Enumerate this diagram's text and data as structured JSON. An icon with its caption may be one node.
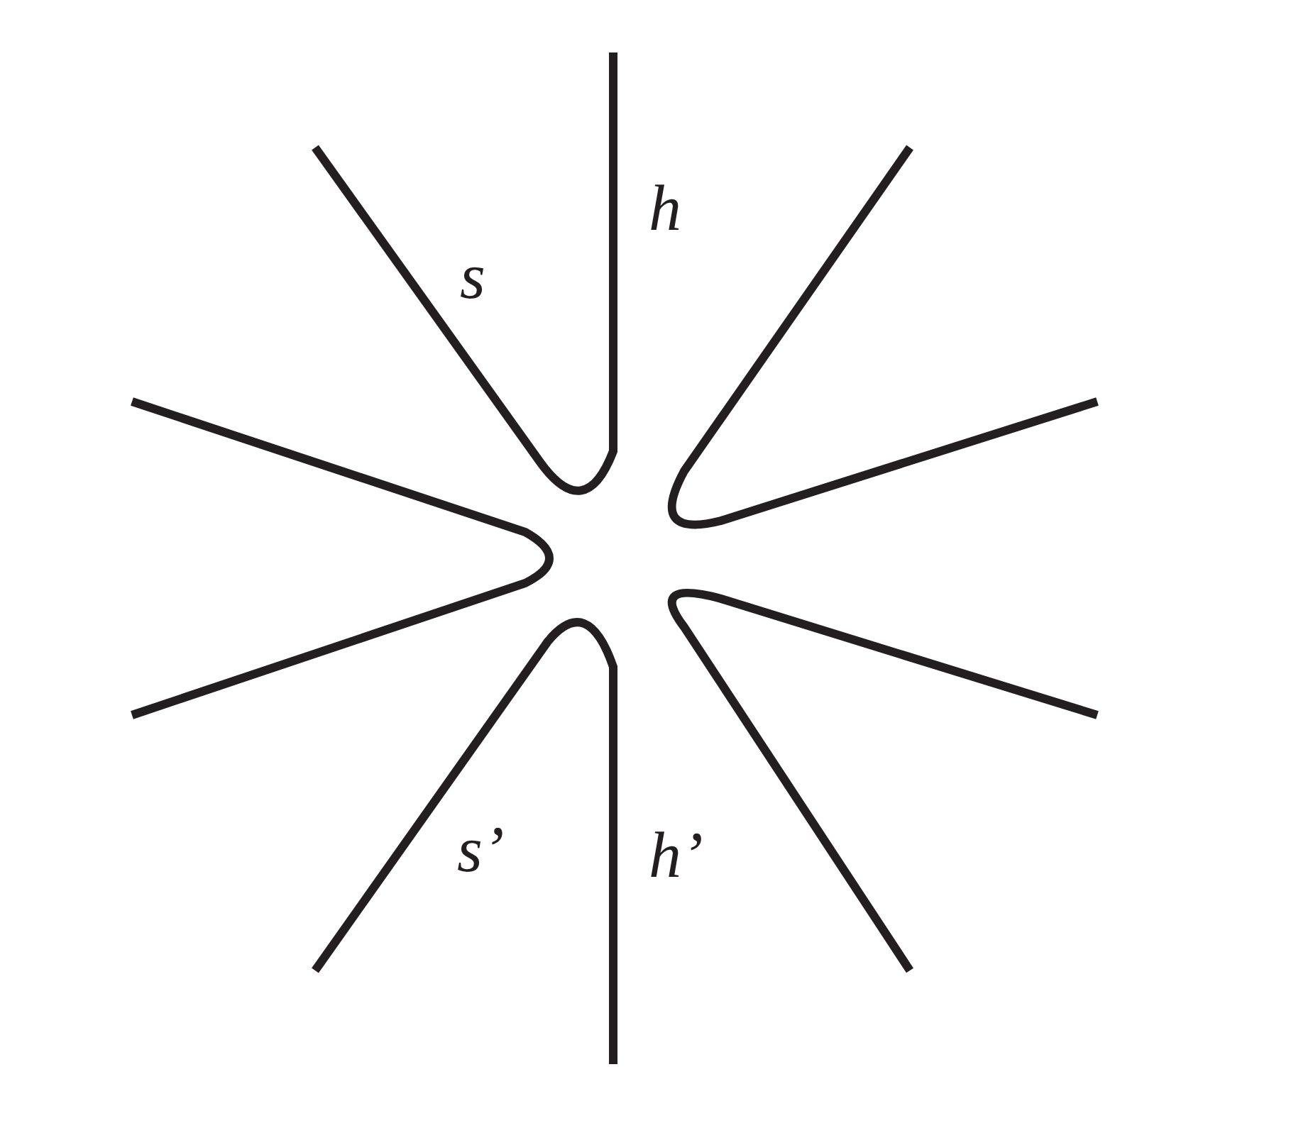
{
  "diagram": {
    "labels": [
      "h",
      "s",
      "s’",
      "h’"
    ]
  }
}
